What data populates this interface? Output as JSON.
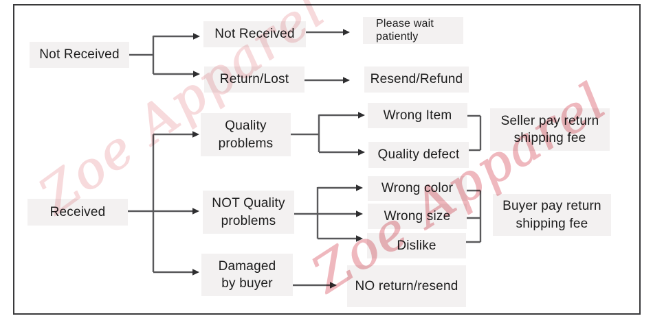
{
  "diagram": {
    "watermark": {
      "text": "Zoe Apparel",
      "color_light": "#f0bcc0",
      "color_strong": "#e58893"
    },
    "colors": {
      "background": "#ffffff",
      "border": "#39393b",
      "box_fill": "#f3f1f1",
      "box_text": "#1b1b1b",
      "connector": "#58585a",
      "arrowhead": "#2e2e30"
    },
    "nodes": {
      "not_received_root": {
        "label": "Not Received"
      },
      "not_received_case": {
        "label": "Not Received"
      },
      "please_wait": {
        "label": "Please wait\npatiently"
      },
      "return_lost": {
        "label": "Return/Lost"
      },
      "resend_refund": {
        "label": "Resend/Refund"
      },
      "quality_problems": {
        "label": "Quality\nproblems"
      },
      "wrong_item": {
        "label": "Wrong Item"
      },
      "quality_defect": {
        "label": "Quality defect"
      },
      "seller_fee": {
        "label": "Seller pay return\nshipping fee"
      },
      "received_root": {
        "label": "Received"
      },
      "not_quality_problems": {
        "label": "NOT Quality\nproblems"
      },
      "wrong_color": {
        "label": "Wrong color"
      },
      "wrong_size": {
        "label": "Wrong size"
      },
      "dislike": {
        "label": "Dislike"
      },
      "buyer_fee": {
        "label": "Buyer pay return\nshipping fee"
      },
      "damaged_by_buyer": {
        "label": "Damaged\nby buyer"
      },
      "no_return_resend": {
        "label": "NO return/resend"
      }
    }
  }
}
